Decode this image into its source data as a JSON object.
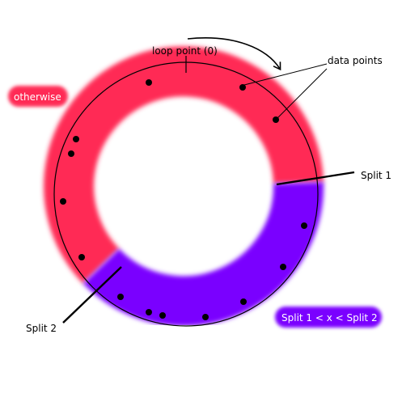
{
  "labels": {
    "loop_point": "loop point (0)",
    "data_points": "data points",
    "split_1": "Split 1",
    "split_2": "Split 2",
    "otherwise": "otherwise",
    "between": "Split 1 < x < Split 2"
  },
  "colors": {
    "red_region": "#ff2a55",
    "purple_region": "#7a00ff",
    "circle_stroke": "#000000",
    "point_fill": "#000000",
    "badge_text": "#ffffff",
    "background": "#ffffff"
  },
  "icons": {
    "rotation_arrow": "clockwise-arrow-icon"
  }
}
